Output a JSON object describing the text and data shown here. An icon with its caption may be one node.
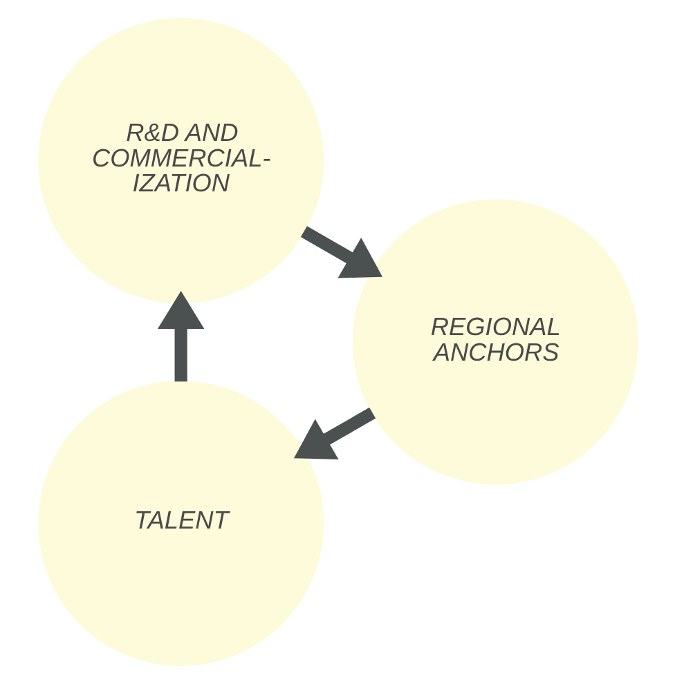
{
  "diagram": {
    "nodes": [
      {
        "text": [
          "TALENT"
        ]
      },
      {
        "text": [
          "R&D AND COMMERCIAL- IZATION"
        ]
      },
      {
        "text": [
          "REGIONAL ANCHORS"
        ]
      }
    ],
    "edges": [
      {
        "from": 0,
        "to": 1,
        "arrow": "to"
      },
      {
        "from": 1,
        "to": 2,
        "arrow": "to"
      },
      {
        "from": 2,
        "to": 0,
        "arrow": "to"
      }
    ]
  }
}
